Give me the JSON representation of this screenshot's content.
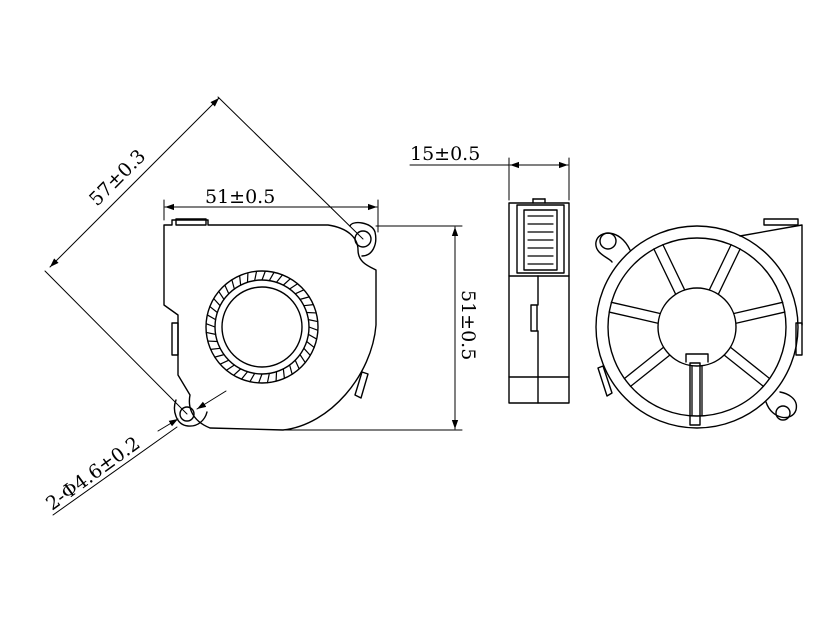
{
  "drawing": {
    "front_view": {
      "diagonal_dim": "57±0.3",
      "width_dim": "51±0.5",
      "height_dim": "51±0.5",
      "hole_dim": "2-Φ4.6±0.2"
    },
    "side_view": {
      "thickness_dim": "15±0.5"
    },
    "back_view": {
      "spokes": 7
    }
  }
}
